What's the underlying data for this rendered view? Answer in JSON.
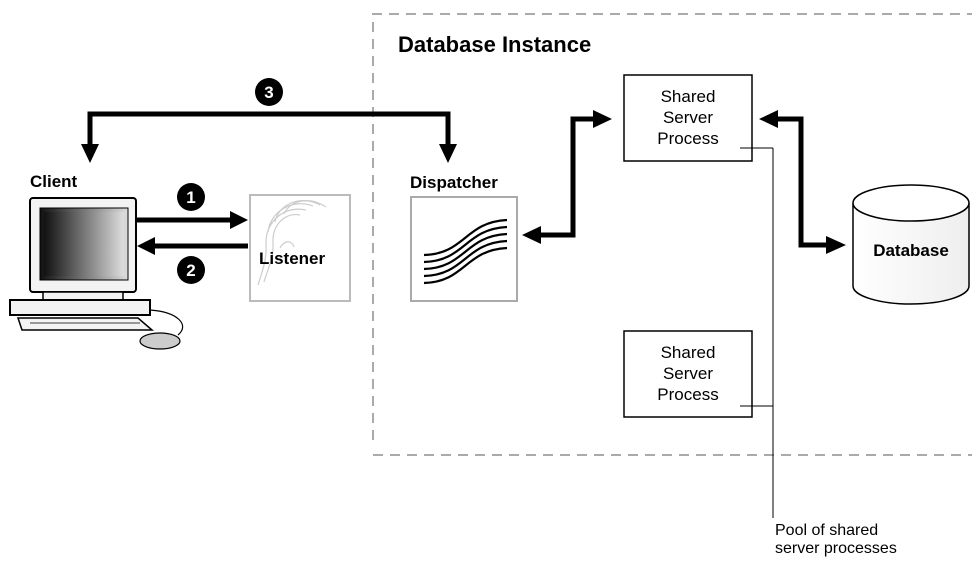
{
  "diagram": {
    "instance_title": "Database Instance",
    "client_label": "Client",
    "listener_label": "Listener",
    "dispatcher_label": "Dispatcher",
    "database_label": "Database",
    "shared_server_1": {
      "line1": "Shared",
      "line2": "Server",
      "line3": "Process"
    },
    "shared_server_2": {
      "line1": "Shared",
      "line2": "Server",
      "line3": "Process"
    },
    "pool_caption": {
      "line1": "Pool of shared",
      "line2": "server processes"
    },
    "steps": [
      "1",
      "2",
      "3"
    ]
  }
}
